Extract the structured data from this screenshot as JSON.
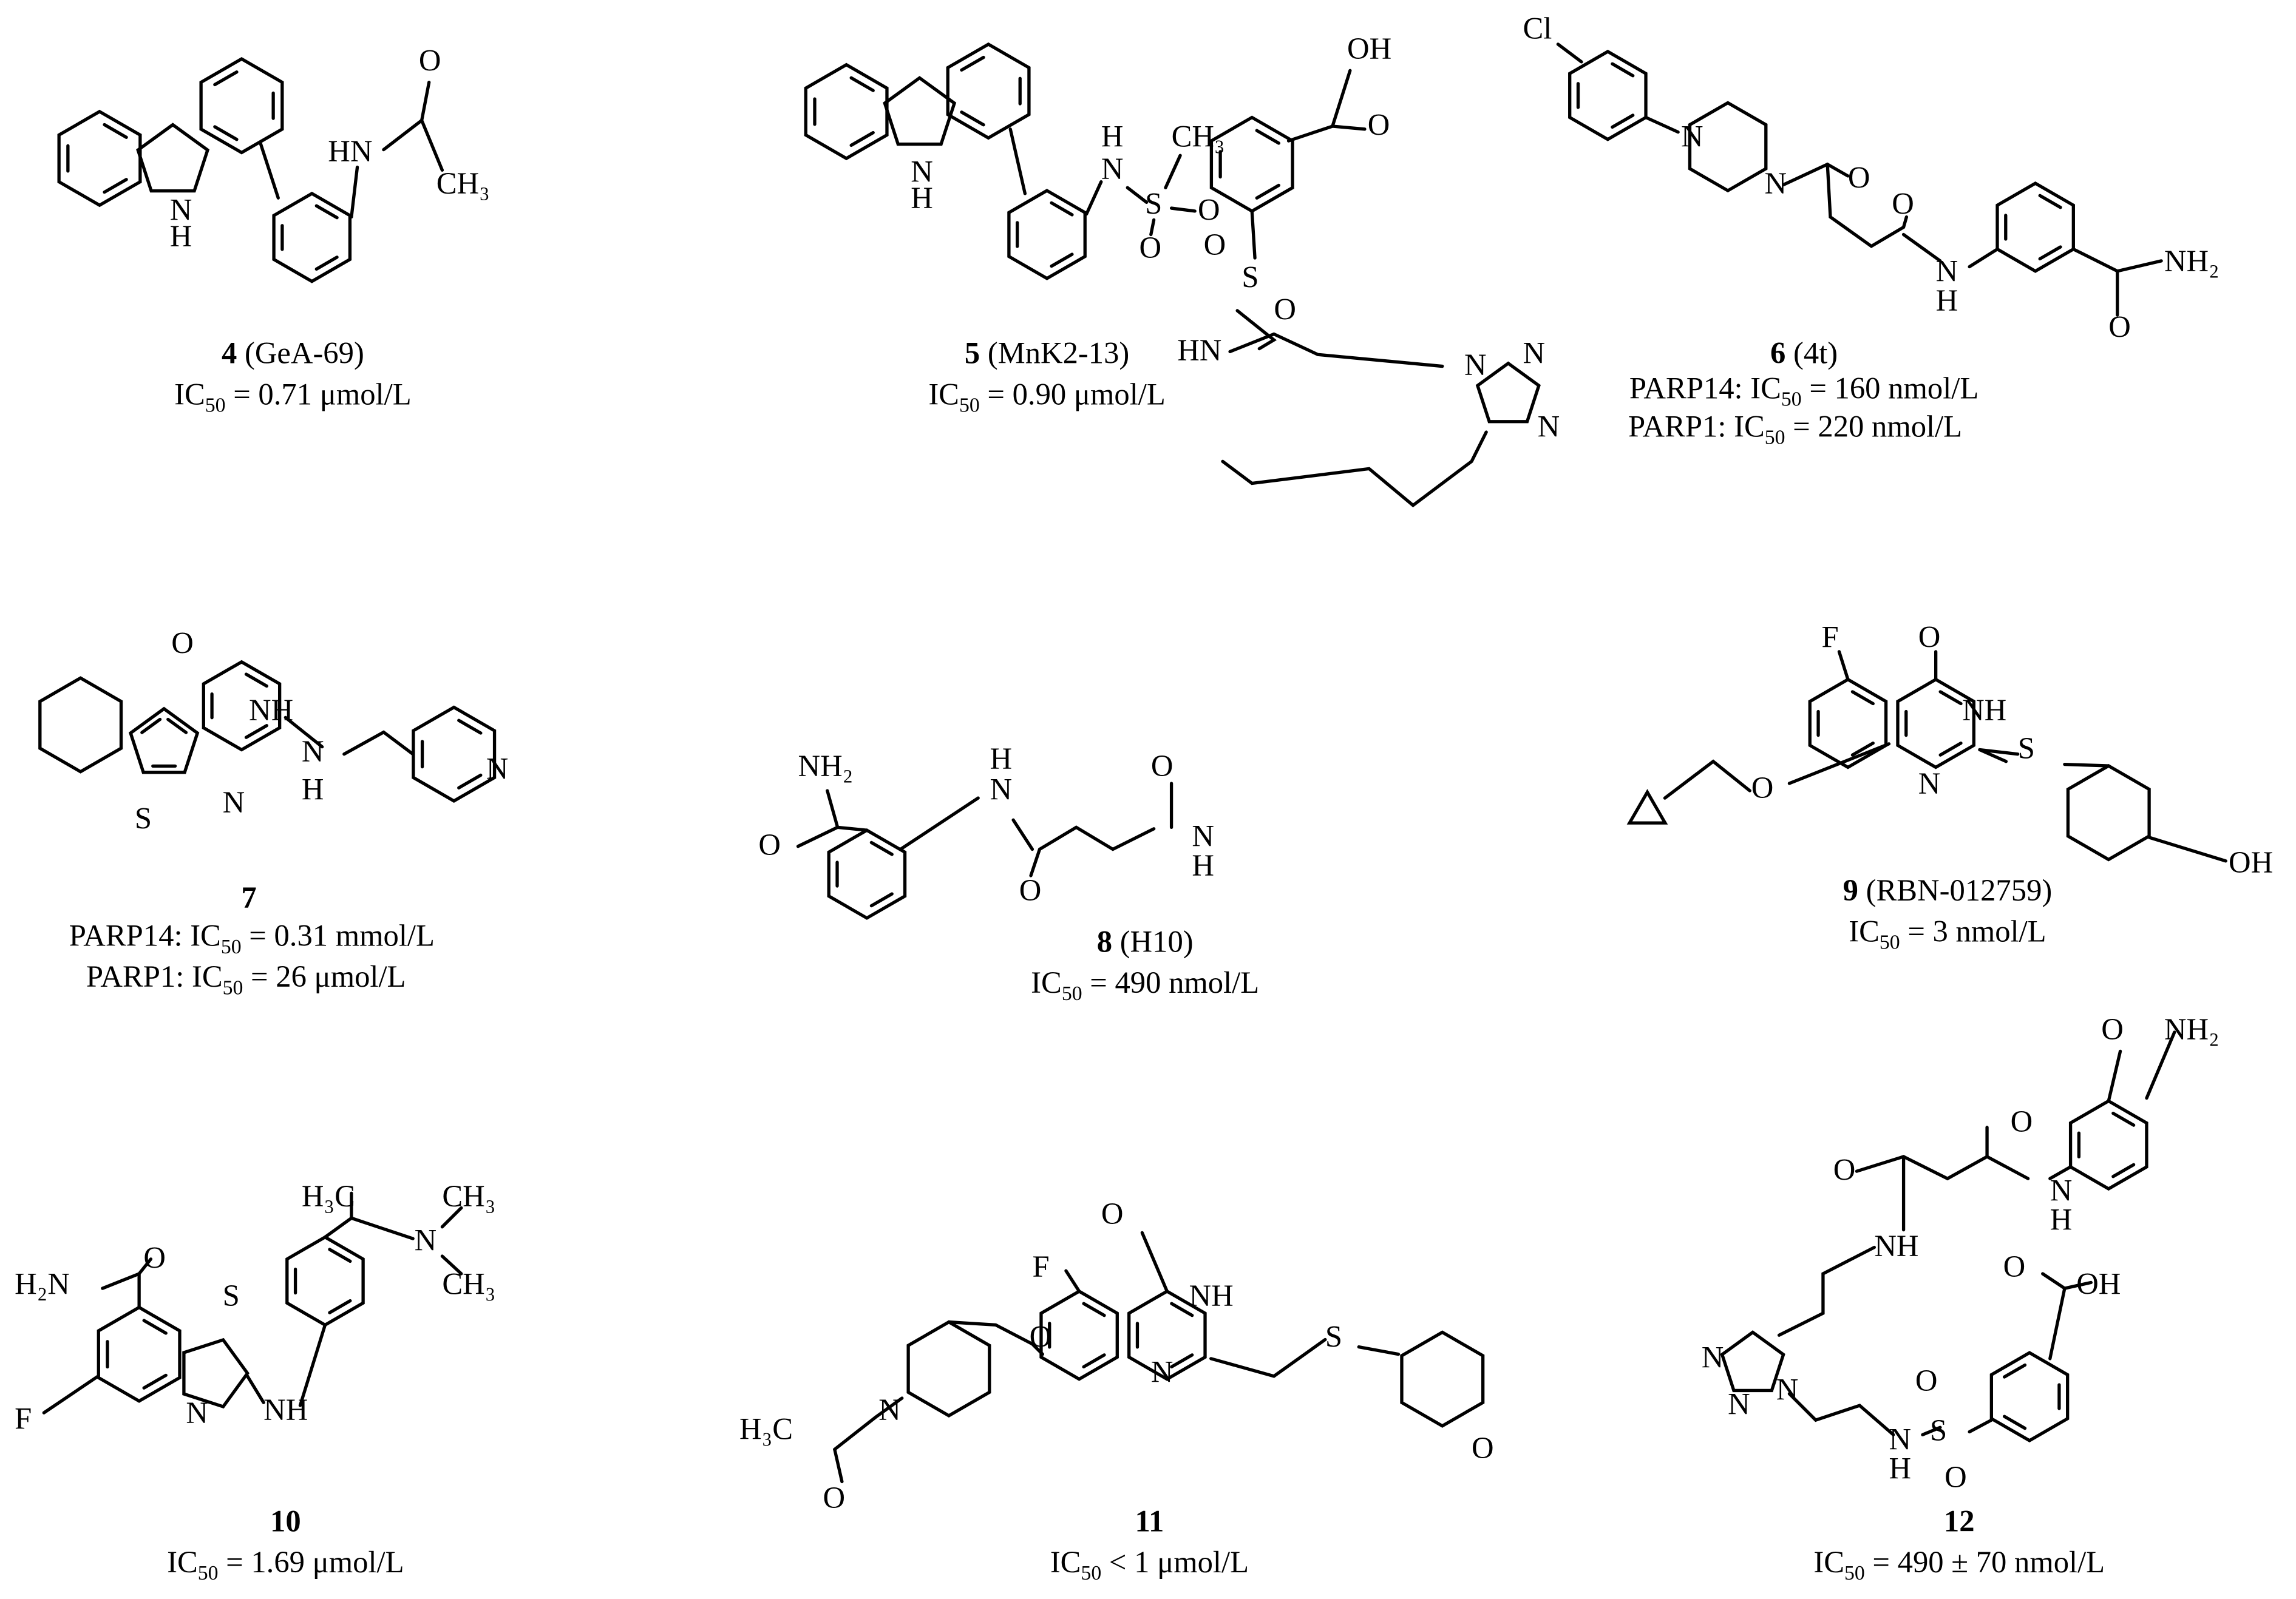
{
  "compounds": [
    {
      "number": "4",
      "name": " (GeA-69)",
      "activity": [
        {
          "target": "",
          "ic": "IC",
          "sub": "50",
          "value": " = 0.71 μmol/L"
        }
      ],
      "atoms": [
        "N",
        "H",
        "HN",
        "O",
        "CH₃"
      ]
    },
    {
      "number": "5",
      "name": " (MnK2-13)",
      "activity": [
        {
          "target": "",
          "ic": "IC",
          "sub": "50",
          "value": " = 0.90 μmol/L"
        }
      ],
      "atoms": [
        "N",
        "H",
        "H",
        "N",
        "S",
        "O",
        "O",
        "CH₃"
      ]
    },
    {
      "number": "6",
      "name": " (4t)",
      "activity": [
        {
          "target": "PARP14: ",
          "ic": "IC",
          "sub": "50",
          "value": " = 160 nmol/L"
        },
        {
          "target": "PARP1: ",
          "ic": "IC",
          "sub": "50",
          "value": " = 220 nmol/L"
        }
      ],
      "atoms": [
        "Cl",
        "N",
        "N",
        "O",
        "O",
        "N",
        "H",
        "O",
        "NH₂"
      ]
    },
    {
      "number": "7",
      "name": "",
      "activity": [
        {
          "target": "PARP14: ",
          "ic": "IC",
          "sub": "50",
          "value": " = 0.31 mmol/L"
        },
        {
          "target": "PARP1: ",
          "ic": "IC",
          "sub": "50",
          "value": " = 26 μmol/L"
        }
      ],
      "atoms": [
        "O",
        "NH",
        "N",
        "S",
        "N",
        "H",
        "N"
      ]
    },
    {
      "number": "8",
      "name": " (H10)",
      "activity": [
        {
          "target": "",
          "ic": "IC",
          "sub": "50",
          "value": " = 490 nmol/L"
        }
      ],
      "atoms": [
        "OH",
        "O",
        "O",
        "S",
        "O",
        "HN",
        "N",
        "N",
        "N",
        "NH₂",
        "O",
        "H",
        "N",
        "O",
        "O",
        "N",
        "H"
      ]
    },
    {
      "number": "9",
      "name": " (RBN-012759)",
      "activity": [
        {
          "target": "",
          "ic": "IC",
          "sub": "50",
          "value": " = 3 nmol/L"
        }
      ],
      "atoms": [
        "F",
        "O",
        "NH",
        "N",
        "O",
        "S",
        "OH"
      ]
    },
    {
      "number": "10",
      "name": "",
      "activity": [
        {
          "target": "",
          "ic": "IC",
          "sub": "50",
          "value": " = 1.69 μmol/L"
        }
      ],
      "atoms": [
        "H₂N",
        "O",
        "S",
        "N",
        "F",
        "NH",
        "H₃C",
        "N",
        "CH₃",
        "CH₃"
      ]
    },
    {
      "number": "11",
      "name": "",
      "activity": [
        {
          "target": "",
          "ic": "IC",
          "sub": "50",
          "value": " < 1 μmol/L"
        }
      ],
      "atoms": [
        "F",
        "O",
        "NH",
        "N",
        "O",
        "N",
        "H₃C",
        "O",
        "S",
        "O"
      ]
    },
    {
      "number": "12",
      "name": "",
      "activity": [
        {
          "target": "",
          "ic": "IC",
          "sub": "50",
          "value": " = 490 ± 70 nmol/L"
        }
      ],
      "atoms": [
        "O",
        "NH₂",
        "O",
        "O",
        "N",
        "H",
        "NH",
        "N",
        "N",
        "N",
        "N",
        "H",
        "S",
        "O",
        "O",
        "O",
        "OH"
      ]
    }
  ]
}
